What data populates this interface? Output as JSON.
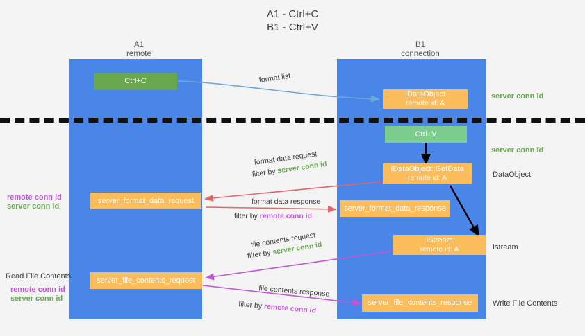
{
  "title": {
    "line1": "A1 - Ctrl+C",
    "line2": "B1 - Ctrl+V"
  },
  "lanes": [
    {
      "id": "a1",
      "name": "A1",
      "sub": "remote"
    },
    {
      "id": "b1",
      "name": "B1",
      "sub": "connection"
    }
  ],
  "nodes": {
    "ctrl_c": {
      "label": "Ctrl+C"
    },
    "ctrl_v": {
      "label": "Ctrl+V"
    },
    "idataobject": {
      "label": "IDataObject",
      "sub": "remote id: A"
    },
    "getdata": {
      "label": "IDataObject::GetData",
      "sub": "remote id: A"
    },
    "istream": {
      "label": "IStream",
      "sub": "remote id: A"
    },
    "server_format_data_request": {
      "label": "server_format_data_request"
    },
    "server_format_data_response": {
      "label": "server_format_data_response"
    },
    "server_file_contents_request": {
      "label": "server_file_contents_request"
    },
    "server_file_contents_response": {
      "label": "server_file_contents_response"
    }
  },
  "edge_labels": {
    "format_list": "format list",
    "format_data_request": "format data request",
    "format_data_request_filter_prefix": "filter by ",
    "format_data_request_filter_value": "server conn id",
    "format_data_response": "format data response",
    "format_data_response_filter_prefix": "filter by ",
    "format_data_response_filter_value": "remote conn id",
    "file_contents_request": "file contents request",
    "file_contents_request_filter_prefix": "filter by ",
    "file_contents_request_filter_value": "server conn id",
    "file_contents_response": "file contents response",
    "file_contents_response_filter_prefix": "filter by ",
    "file_contents_response_filter_value": "remote conn id"
  },
  "right_labels": {
    "server_conn_id_top": "server conn id",
    "server_conn_id_mid": "server conn id",
    "dataobject": "DataObject",
    "istream": "Istream",
    "write_file_contents": "Write File Contents"
  },
  "left_labels": {
    "remote_conn_id_1": "remote conn id",
    "server_conn_id_1": "server conn id",
    "read_file_contents": "Read File Contents",
    "remote_conn_id_2": "remote conn id",
    "server_conn_id_2": "server conn id"
  },
  "colors": {
    "lane": "#4a86e8",
    "green_node": "#6aa84f",
    "green_node_light": "#7ccc8d",
    "orange_node": "#fbbc5c",
    "arrow_blue": "#6fa8dc",
    "arrow_red": "#e06666",
    "arrow_magenta": "#c355d6",
    "arrow_black": "#000000",
    "text_green": "#6aa84f",
    "text_purple": "#c355d6",
    "background": "#f4f4f4",
    "divider": "#111111"
  }
}
